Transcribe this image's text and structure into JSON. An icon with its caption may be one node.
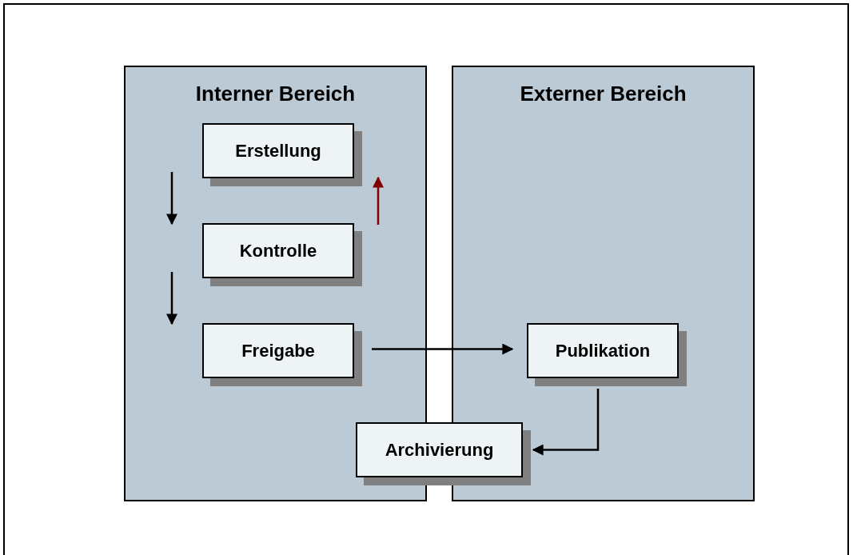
{
  "diagram": {
    "nodes": [
      {
        "text": [
          "Interner Bereich"
        ]
      },
      {
        "text": [
          "Externer Bereich"
        ]
      },
      {
        "text": [
          "Erstellung"
        ],
        "in": 0
      },
      {
        "text": [
          "Kontrolle"
        ],
        "in": 0
      },
      {
        "text": [
          "Freigabe"
        ],
        "in": 0
      },
      {
        "text": [
          "Publikation"
        ],
        "in": 1
      },
      {
        "text": [
          "Archivierung"
        ]
      }
    ],
    "edges": [
      {
        "from": 2,
        "to": 3,
        "arrow": "to"
      },
      {
        "from": 3,
        "to": 4,
        "arrow": "to"
      },
      {
        "from": 3,
        "to": 2,
        "arrow": "to",
        "color": "#800000"
      },
      {
        "from": 4,
        "to": 5,
        "arrow": "to"
      },
      {
        "from": 5,
        "to": 6,
        "arrow": "to"
      }
    ]
  }
}
